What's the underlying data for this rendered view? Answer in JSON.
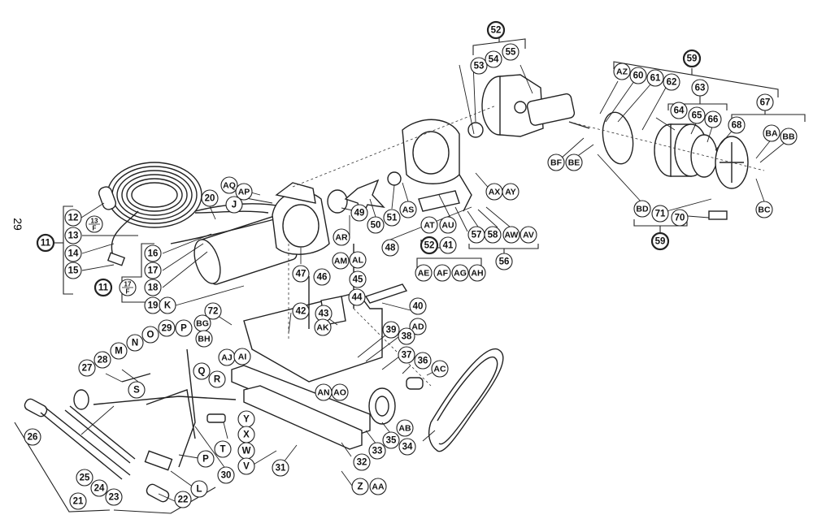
{
  "page_number": "29",
  "diagram": {
    "type": "exploded-parts-view",
    "callouts": [
      {
        "id": "c11a",
        "label": "11",
        "group": true
      },
      {
        "id": "c12",
        "label": "12"
      },
      {
        "id": "c13f",
        "label": "13/F",
        "fraction": true
      },
      {
        "id": "c13",
        "label": "13"
      },
      {
        "id": "c14",
        "label": "14"
      },
      {
        "id": "c15",
        "label": "15"
      },
      {
        "id": "c16",
        "label": "16"
      },
      {
        "id": "c17",
        "label": "17"
      },
      {
        "id": "c11b",
        "label": "11",
        "group": true
      },
      {
        "id": "c17f",
        "label": "17/F",
        "fraction": true
      },
      {
        "id": "c18",
        "label": "18"
      },
      {
        "id": "c19",
        "label": "19"
      },
      {
        "id": "cK",
        "label": "K"
      },
      {
        "id": "c20",
        "label": "20"
      },
      {
        "id": "cAQ",
        "label": "AQ"
      },
      {
        "id": "cAP",
        "label": "AP"
      },
      {
        "id": "cJ",
        "label": "J"
      },
      {
        "id": "c47",
        "label": "47"
      },
      {
        "id": "c49",
        "label": "49"
      },
      {
        "id": "cAR",
        "label": "AR"
      },
      {
        "id": "c50",
        "label": "50"
      },
      {
        "id": "c51",
        "label": "51"
      },
      {
        "id": "cAS",
        "label": "AS"
      },
      {
        "id": "c48",
        "label": "48"
      },
      {
        "id": "cAM",
        "label": "AM"
      },
      {
        "id": "cAL",
        "label": "AL"
      },
      {
        "id": "c46",
        "label": "46"
      },
      {
        "id": "c45",
        "label": "45"
      },
      {
        "id": "c44",
        "label": "44"
      },
      {
        "id": "c42",
        "label": "42"
      },
      {
        "id": "c43",
        "label": "43"
      },
      {
        "id": "cAK",
        "label": "AK"
      },
      {
        "id": "c40",
        "label": "40"
      },
      {
        "id": "c52a",
        "label": "52",
        "group": true
      },
      {
        "id": "c53",
        "label": "53"
      },
      {
        "id": "c54",
        "label": "54"
      },
      {
        "id": "c55",
        "label": "55"
      },
      {
        "id": "cBF",
        "label": "BF"
      },
      {
        "id": "cBE",
        "label": "BE"
      },
      {
        "id": "cAX",
        "label": "AX"
      },
      {
        "id": "cAY",
        "label": "AY"
      },
      {
        "id": "cAT",
        "label": "AT"
      },
      {
        "id": "cAU",
        "label": "AU"
      },
      {
        "id": "c52b",
        "label": "52",
        "group": true
      },
      {
        "id": "c41",
        "label": "41"
      },
      {
        "id": "cAE",
        "label": "AE"
      },
      {
        "id": "cAF",
        "label": "AF"
      },
      {
        "id": "cAG",
        "label": "AG"
      },
      {
        "id": "cAH",
        "label": "AH"
      },
      {
        "id": "c57",
        "label": "57"
      },
      {
        "id": "c58",
        "label": "58"
      },
      {
        "id": "cAW",
        "label": "AW"
      },
      {
        "id": "cAV",
        "label": "AV"
      },
      {
        "id": "c56",
        "label": "56"
      },
      {
        "id": "c59a",
        "label": "59",
        "group": true
      },
      {
        "id": "cAZ",
        "label": "AZ"
      },
      {
        "id": "c60",
        "label": "60"
      },
      {
        "id": "c61",
        "label": "61"
      },
      {
        "id": "c62",
        "label": "62"
      },
      {
        "id": "c63",
        "label": "63"
      },
      {
        "id": "c64",
        "label": "64"
      },
      {
        "id": "c65",
        "label": "65"
      },
      {
        "id": "c66",
        "label": "66"
      },
      {
        "id": "c67",
        "label": "67"
      },
      {
        "id": "c68",
        "label": "68"
      },
      {
        "id": "cBA",
        "label": "BA"
      },
      {
        "id": "cBB",
        "label": "BB"
      },
      {
        "id": "cBD",
        "label": "BD"
      },
      {
        "id": "c71",
        "label": "71"
      },
      {
        "id": "c70",
        "label": "70"
      },
      {
        "id": "cBC",
        "label": "BC"
      },
      {
        "id": "c59b",
        "label": "59",
        "group": true
      },
      {
        "id": "c72",
        "label": "72"
      },
      {
        "id": "cBG",
        "label": "BG"
      },
      {
        "id": "cBH",
        "label": "BH"
      },
      {
        "id": "cAJ",
        "label": "AJ"
      },
      {
        "id": "cAI",
        "label": "AI"
      },
      {
        "id": "c39",
        "label": "39"
      },
      {
        "id": "cAD",
        "label": "AD"
      },
      {
        "id": "c38",
        "label": "38"
      },
      {
        "id": "c37",
        "label": "37"
      },
      {
        "id": "c36",
        "label": "36"
      },
      {
        "id": "cAC",
        "label": "AC"
      },
      {
        "id": "cAN",
        "label": "AN"
      },
      {
        "id": "cAO",
        "label": "AO"
      },
      {
        "id": "c35",
        "label": "35"
      },
      {
        "id": "cAB",
        "label": "AB"
      },
      {
        "id": "c34",
        "label": "34"
      },
      {
        "id": "c33",
        "label": "33"
      },
      {
        "id": "c32",
        "label": "32"
      },
      {
        "id": "cZ",
        "label": "Z"
      },
      {
        "id": "cAA",
        "label": "AA"
      },
      {
        "id": "c31",
        "label": "31"
      },
      {
        "id": "cY",
        "label": "Y"
      },
      {
        "id": "cX",
        "label": "X"
      },
      {
        "id": "cW",
        "label": "W"
      },
      {
        "id": "cV",
        "label": "V"
      },
      {
        "id": "c29",
        "label": "29"
      },
      {
        "id": "cP1",
        "label": "P"
      },
      {
        "id": "cO",
        "label": "O"
      },
      {
        "id": "cN",
        "label": "N"
      },
      {
        "id": "cM",
        "label": "M"
      },
      {
        "id": "c28",
        "label": "28"
      },
      {
        "id": "c27",
        "label": "27"
      },
      {
        "id": "cQ",
        "label": "Q"
      },
      {
        "id": "cR",
        "label": "R"
      },
      {
        "id": "cS",
        "label": "S"
      },
      {
        "id": "cT",
        "label": "T"
      },
      {
        "id": "cP2",
        "label": "P"
      },
      {
        "id": "c30",
        "label": "30"
      },
      {
        "id": "c26",
        "label": "26"
      },
      {
        "id": "c25",
        "label": "25"
      },
      {
        "id": "c24",
        "label": "24"
      },
      {
        "id": "c23",
        "label": "23"
      },
      {
        "id": "c21",
        "label": "21"
      },
      {
        "id": "c22",
        "label": "22"
      },
      {
        "id": "cL",
        "label": "L"
      }
    ]
  }
}
